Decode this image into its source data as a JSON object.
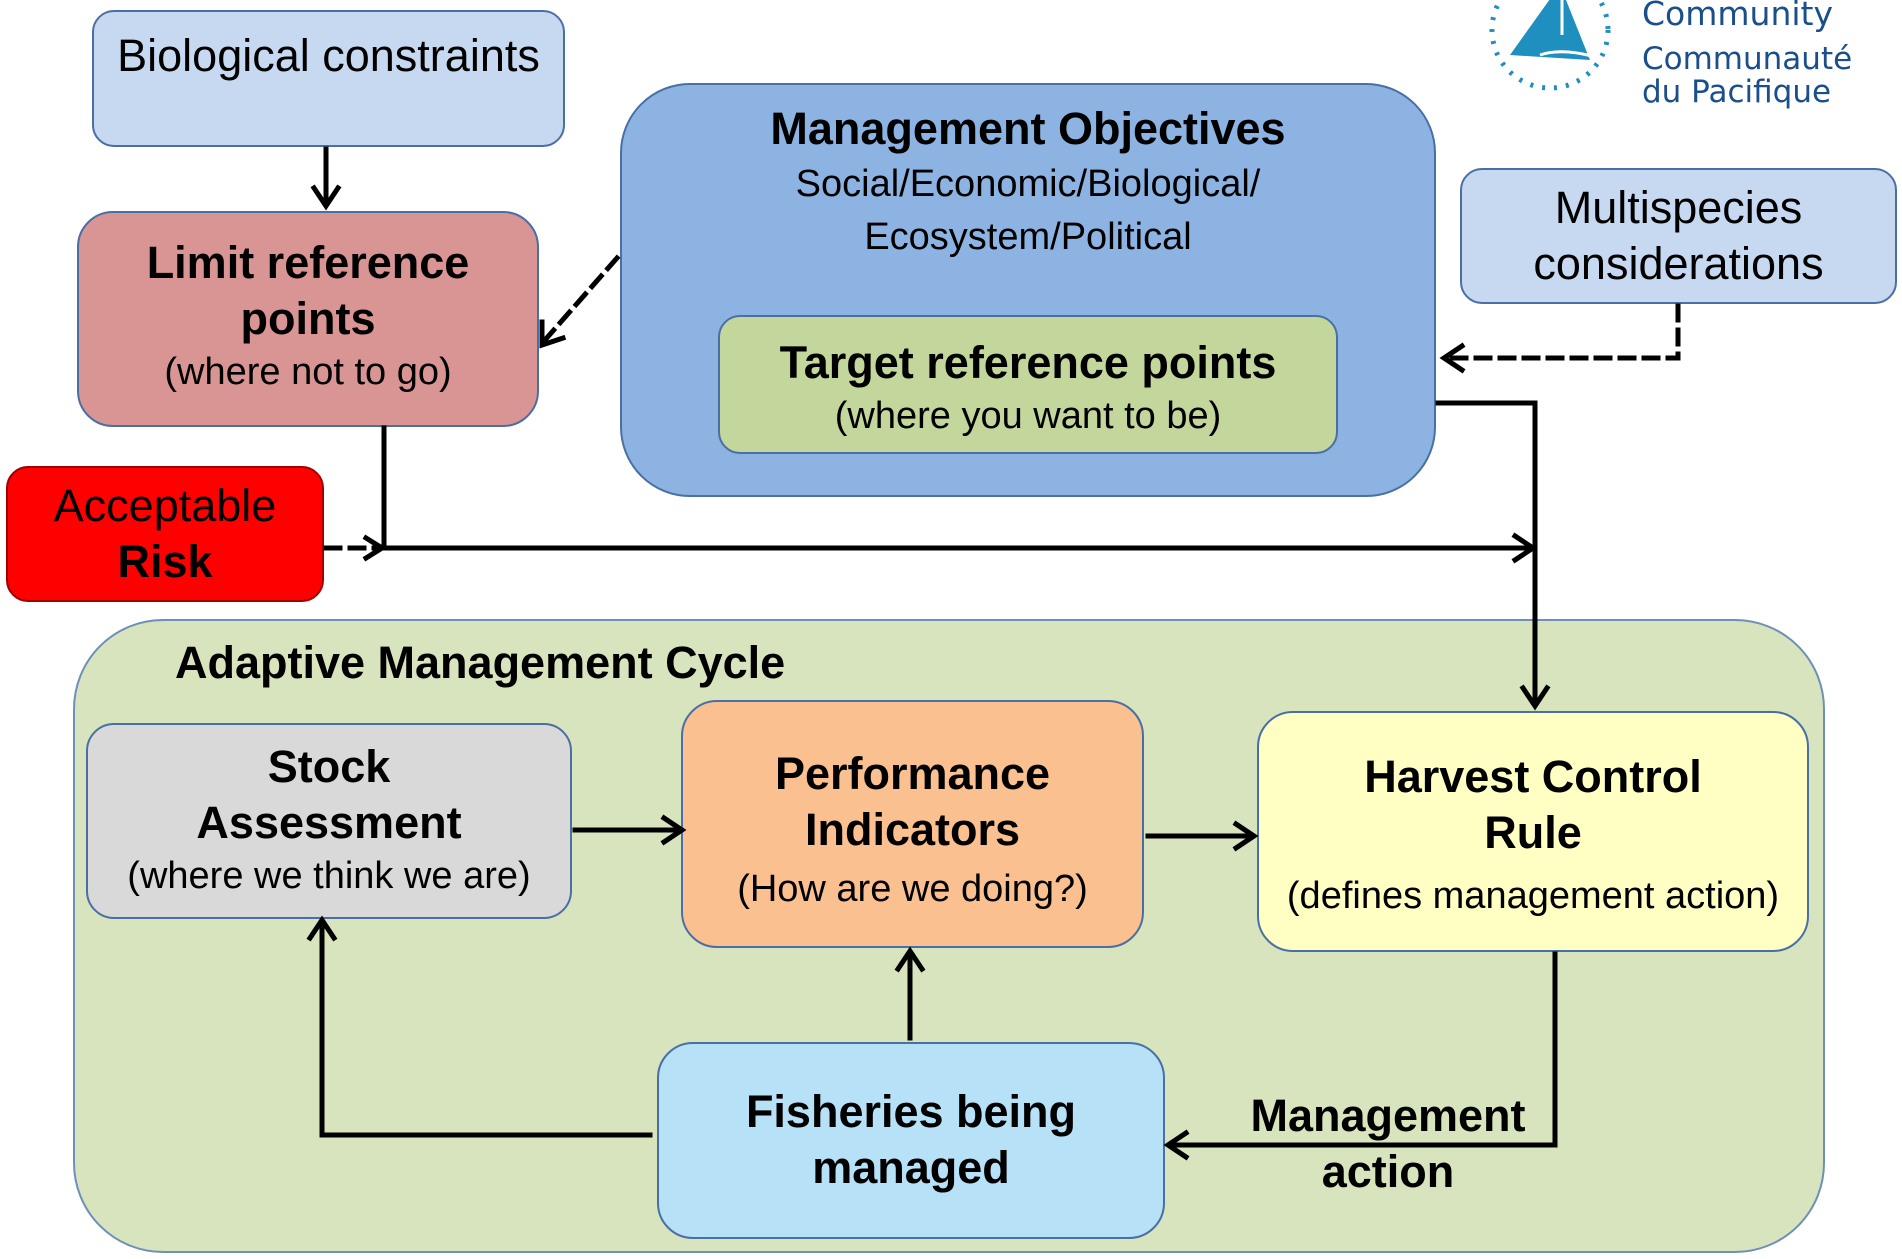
{
  "logo": {
    "line1": "Community",
    "line2": "Communauté",
    "line3": "du Pacifique"
  },
  "boxes": {
    "biological_constraints": "Biological constraints",
    "limit_ref": {
      "title": "Limit reference points",
      "sub": "(where not to go)"
    },
    "acceptable_risk": {
      "line1": "Acceptable",
      "line2": "Risk"
    },
    "mgmt_objectives": {
      "title": "Management Objectives",
      "line1": "Social/Economic/Biological/",
      "line2": "Ecosystem/Political"
    },
    "target_ref": {
      "title": "Target reference points",
      "sub": "(where you want to be)"
    },
    "multispecies": {
      "line1": "Multispecies",
      "line2": "considerations"
    }
  },
  "cycle": {
    "title": "Adaptive Management Cycle",
    "stock": {
      "line1": "Stock",
      "line2": "Assessment",
      "sub": "(where we think we are)"
    },
    "performance": {
      "line1": "Performance",
      "line2": "Indicators",
      "sub": "(How are we doing?)"
    },
    "harvest": {
      "line1": "Harvest Control",
      "line2": "Rule",
      "sub": "(defines management action)"
    },
    "fisheries": {
      "line1": "Fisheries being",
      "line2": "managed"
    },
    "mgmt_action": {
      "line1": "Management",
      "line2": "action"
    }
  },
  "colors": {
    "biological_constraints": "#c6d9f1",
    "limit_ref": "#d99594",
    "acceptable_risk": "#ff0000",
    "mgmt_objectives": "#8db3e2",
    "target_ref": "#c3d69b",
    "multispecies": "#c6d9f1",
    "cycle_bg": "#d7e4bd",
    "stock": "#d9d9d9",
    "performance": "#fac090",
    "harvest": "#ffffc4",
    "fisheries": "#b7e1f7",
    "logo_blue": "#1f8fc0"
  }
}
